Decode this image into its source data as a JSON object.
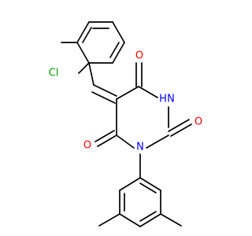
{
  "molecule": {
    "atoms": {
      "cl": "Cl",
      "o_top": "O",
      "nh": "H",
      "n_h": "N",
      "o_right": "O",
      "n_bottom": "N",
      "o_left": "O"
    },
    "colors": {
      "bond": "#000000",
      "chlorine": "#00a000",
      "oxygen": "#ff0000",
      "nitrogen": "#0000ff"
    }
  }
}
